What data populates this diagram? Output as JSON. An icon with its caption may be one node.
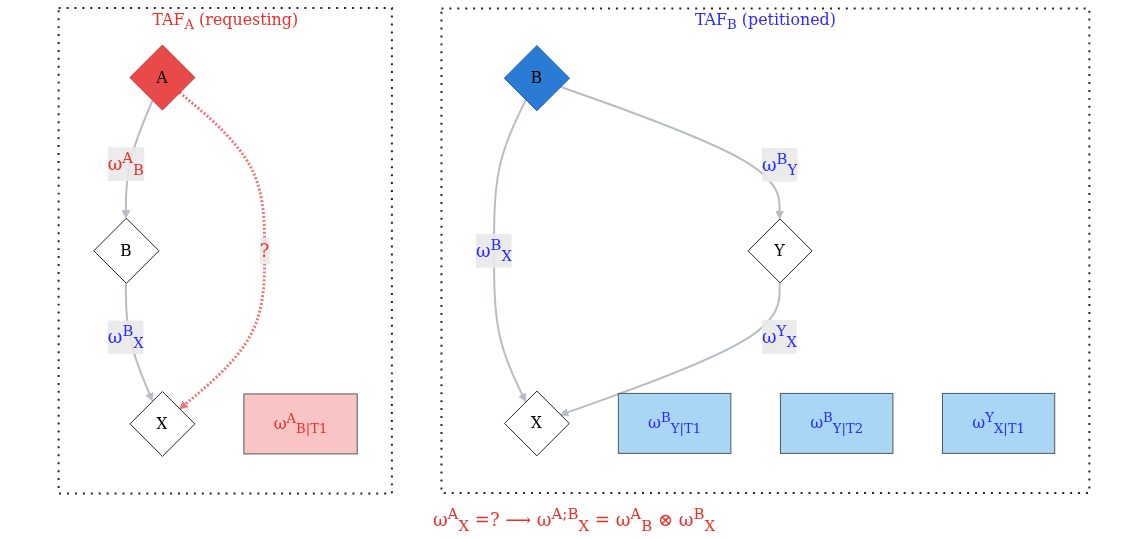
{
  "diagram": {
    "nodes": [
      {
        "text": [
          "TAF$_{A}$ (requesting)"
        ]
      },
      {
        "text": [
          "A"
        ],
        "in": 0
      },
      {
        "text": [
          "B"
        ],
        "in": 0
      },
      {
        "text": [
          "X"
        ],
        "in": 0
      },
      {
        "text": [
          "ω$^{A}$$_{B|T1}$"
        ],
        "in": 0
      },
      {
        "text": [
          "TAF$_{B}$ (petitioned)"
        ]
      },
      {
        "text": [
          "B"
        ],
        "in": 5
      },
      {
        "text": [
          "Y"
        ],
        "in": 5
      },
      {
        "text": [
          "X"
        ],
        "in": 5
      },
      {
        "text": [
          "ω$^{B}$$_{Y|T1}$"
        ],
        "in": 5
      },
      {
        "text": [
          "ω$^{B}$$_{Y|T2}$"
        ],
        "in": 5
      },
      {
        "text": [
          "ω$^{Y}$$_{X|T1}$"
        ],
        "in": 5
      }
    ],
    "edges": [
      {
        "from": 1,
        "to": 2,
        "arrow": "to",
        "label": "ω$^{A}$$_{B}$"
      },
      {
        "from": 2,
        "to": 3,
        "arrow": "to",
        "label": "ω$^{B}$$_{X}$"
      },
      {
        "from": 1,
        "to": 3,
        "arrow": "to",
        "label": "?",
        "style": "dashed",
        "color": "#e87878"
      },
      {
        "from": 6,
        "to": 8,
        "arrow": "to",
        "label": "ω$^{B}$$_{X}$"
      },
      {
        "from": 6,
        "to": 7,
        "arrow": "to",
        "label": "ω$^{B}$$_{Y}$"
      },
      {
        "from": 7,
        "to": 8,
        "arrow": "to",
        "label": "ω$^{Y}$$_{X}$"
      }
    ],
    "labels": [
      "ω$^{A}$$_{X}$ =? ⟶ ω$^{A;B}$$_{X}$ = ω$^{A}$$_{B}$ ⊗ ω$^{B}$$_{X}$"
    ]
  }
}
